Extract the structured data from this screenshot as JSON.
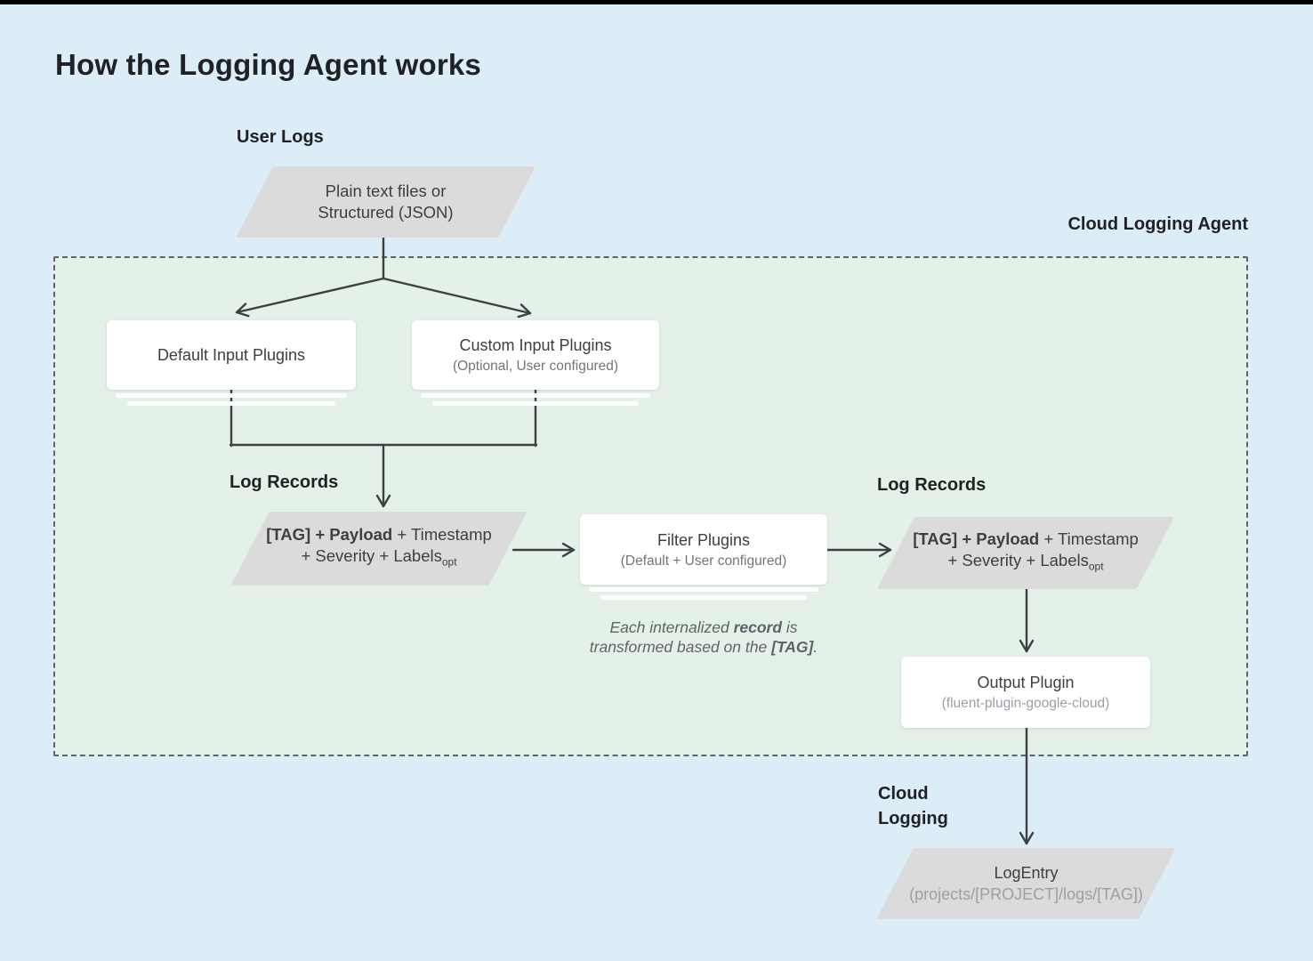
{
  "title": "How the Logging Agent works",
  "labels": {
    "user_logs": "User Logs",
    "cloud_logging_agent": "Cloud Logging Agent",
    "log_records_left": "Log Records",
    "log_records_right": "Log Records",
    "cloud_logging_line1": "Cloud",
    "cloud_logging_line2": "Logging"
  },
  "nodes": {
    "user_logs_source": {
      "line1": "Plain text files or",
      "line2": "Structured (JSON)"
    },
    "default_input_plugins": {
      "title": "Default Input Plugins"
    },
    "custom_input_plugins": {
      "title": "Custom Input Plugins",
      "subtitle": "(Optional, User configured)"
    },
    "log_record_in": {
      "bold": "[TAG] + Payload",
      "regular1": " + Timestamp",
      "regular2": "+ Severity + Labels",
      "subscript": "opt"
    },
    "filter_plugins": {
      "title": "Filter Plugins",
      "subtitle": "(Default + User configured)"
    },
    "log_record_out": {
      "bold": "[TAG] + Payload",
      "regular1": " + Timestamp",
      "regular2": "+ Severity + Labels",
      "subscript": "opt"
    },
    "output_plugin": {
      "title": "Output Plugin",
      "subtitle": "(fluent-plugin-google-cloud)"
    },
    "log_entry": {
      "title": "LogEntry",
      "subtitle": "(projects/[PROJECT]/logs/[TAG])"
    }
  },
  "note": {
    "l1a": "Each internalized ",
    "l1b": "record",
    "l1c": " is",
    "l2a": "transformed based on the ",
    "l2b": "[TAG]",
    "l2c": "."
  },
  "colors": {
    "background": "#dcedf8",
    "top-bar": "#000000",
    "agent-fill": "#e4f1e9",
    "agent-border": "#5f6368",
    "shape-fill": "#dbdbdb",
    "node-fill": "#ffffff",
    "line": "#3c4043",
    "heading": "#202124",
    "body": "#3c4043",
    "muted": "#757575",
    "faint": "#9aa0a6",
    "note-text": "#5f6368"
  }
}
